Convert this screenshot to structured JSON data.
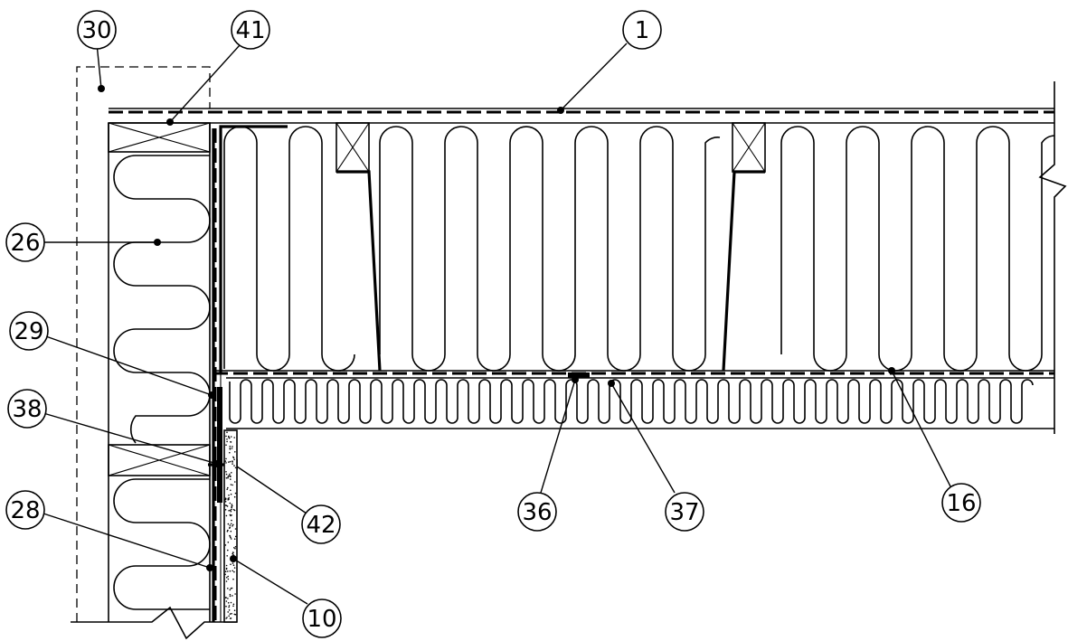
{
  "callouts": [
    {
      "id": "c1",
      "label": "1"
    },
    {
      "id": "c30",
      "label": "30"
    },
    {
      "id": "c41",
      "label": "41"
    },
    {
      "id": "c26",
      "label": "26"
    },
    {
      "id": "c29",
      "label": "29"
    },
    {
      "id": "c38",
      "label": "38"
    },
    {
      "id": "c28",
      "label": "28"
    },
    {
      "id": "c42",
      "label": "42"
    },
    {
      "id": "c10",
      "label": "10"
    },
    {
      "id": "c36",
      "label": "36"
    },
    {
      "id": "c37",
      "label": "37"
    },
    {
      "id": "c16",
      "label": "16"
    }
  ]
}
